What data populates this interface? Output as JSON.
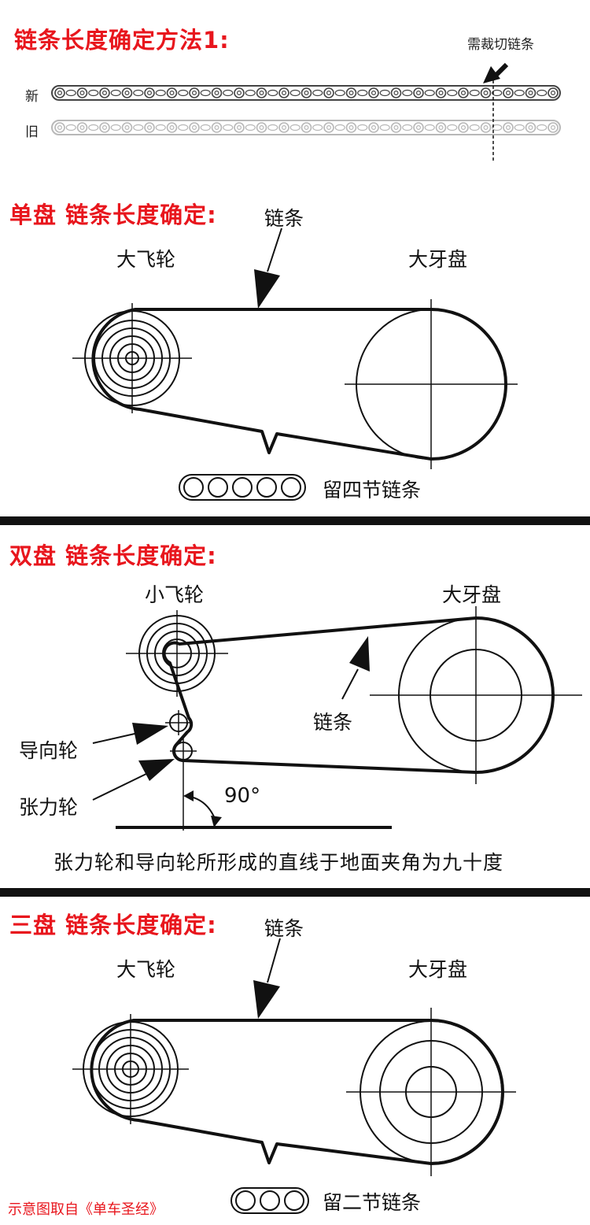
{
  "method1": {
    "title": "链条长度确定方法1:",
    "cut_label": "需裁切链条",
    "new_label": "新",
    "old_label": "旧"
  },
  "single": {
    "title": "单盘 链条长度确定:",
    "chain_label": "链条",
    "cog_label": "大飞轮",
    "ring_label": "大牙盘",
    "keep_label": "留四节链条"
  },
  "double": {
    "title": "双盘 链条长度确定:",
    "cog_label": "小飞轮",
    "ring_label": "大牙盘",
    "chain_label": "链条",
    "guide_label": "导向轮",
    "tension_label": "张力轮",
    "angle_label": "90°",
    "caption": "张力轮和导向轮所形成的直线于地面夹角为九十度"
  },
  "triple": {
    "title": "三盘 链条长度确定:",
    "chain_label": "链条",
    "cog_label": "大飞轮",
    "ring_label": "大牙盘",
    "keep_label": "留二节链条"
  },
  "credit": "示意图取自《单车圣经》"
}
